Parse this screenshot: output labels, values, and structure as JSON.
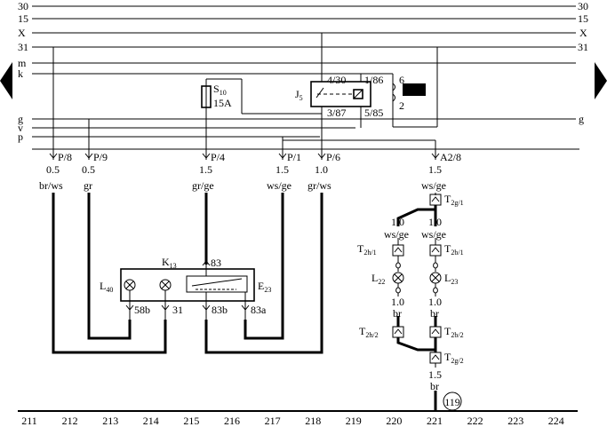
{
  "rails": {
    "r30": "30",
    "r15": "15",
    "rX": "X",
    "r31": "31",
    "rm": "m",
    "rk": "k",
    "rg": "g",
    "rv": "v",
    "rp": "p"
  },
  "fuse": {
    "name": "S",
    "sub": "10",
    "rating": "15A"
  },
  "relay": {
    "name": "J",
    "sub": "5",
    "pin_430": "4/30",
    "pin_186": "1/86",
    "pin_387": "3/87",
    "pin_585": "5/85",
    "conn6": "6",
    "conn2": "2"
  },
  "connectors": [
    {
      "label": "P/8",
      "size": "0.5",
      "color": "br/ws"
    },
    {
      "label": "P/9",
      "size": "0.5",
      "color": "gr"
    },
    {
      "label": "P/4",
      "size": "1.5",
      "color": "gr/ge"
    },
    {
      "label": "P/1",
      "size": "1.5",
      "color": "ws/ge"
    },
    {
      "label": "P/6",
      "size": "1.0",
      "color": "gr/ws"
    },
    {
      "label": "A2/8",
      "size": "1.5",
      "color": "ws/ge"
    }
  ],
  "module": {
    "name": "K",
    "sub": "13",
    "pin83": "83",
    "lamp_left": "L",
    "lamp_left_sub": "40",
    "switch": "E",
    "switch_sub": "23",
    "pin58b": "58b",
    "pin31": "31",
    "pin83b": "83b",
    "pin83a": "83a"
  },
  "right_branch": {
    "t2g1": "T",
    "t2g1_sub": "2g/1",
    "left_size": "1.0",
    "left_color": "ws/ge",
    "right_size": "1.0",
    "right_color": "ws/ge",
    "t2h1": "T",
    "t2h1_sub": "2h/1",
    "t2b1": "T",
    "t2b1_sub": "2b/1",
    "l22": "L",
    "l22_sub": "22",
    "l23": "L",
    "l23_sub": "23",
    "left_lower_size": "1.0",
    "left_lower_color": "br",
    "right_lower_size": "1.0",
    "right_lower_color": "br",
    "t2h2": "T",
    "t2h2_sub": "2h/2",
    "t2b2": "T",
    "t2b2_sub": "2b/2",
    "t2g2": "T",
    "t2g2_sub": "2g/2",
    "ground_size": "1.5",
    "ground_color": "br",
    "ground_ref": "119"
  },
  "scale": [
    "211",
    "212",
    "213",
    "214",
    "215",
    "216",
    "217",
    "218",
    "219",
    "220",
    "221",
    "222",
    "223",
    "224"
  ]
}
